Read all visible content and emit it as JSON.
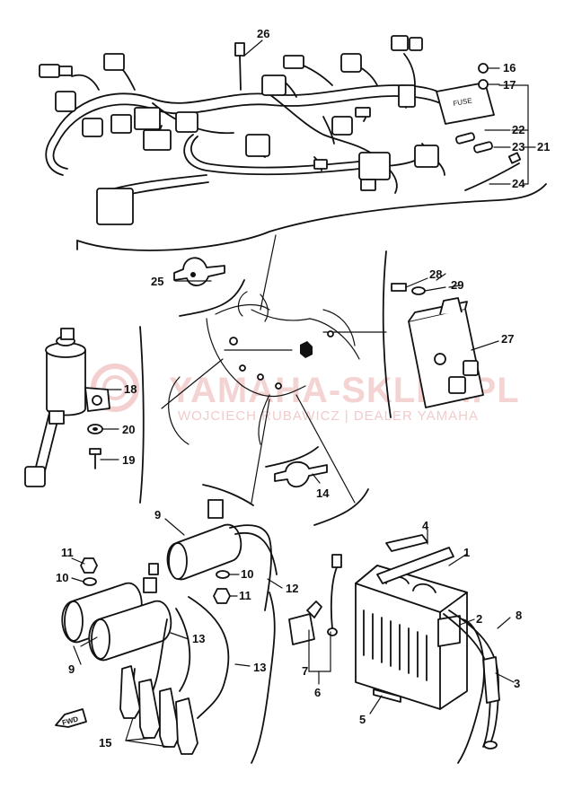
{
  "watermark": {
    "main": "YAMAHA-SKLEP.PL",
    "sub": "WOJCIECH RUBAWICZ | DEALER YAMAHA"
  },
  "callouts": {
    "n1": "1",
    "n2": "2",
    "n3": "3",
    "n4": "4",
    "n5": "5",
    "n6": "6",
    "n7": "7",
    "n8": "8",
    "n9a": "9",
    "n9b": "9",
    "n10a": "10",
    "n10b": "10",
    "n11a": "11",
    "n11b": "11",
    "n12": "12",
    "n13a": "13",
    "n13b": "13",
    "n14": "14",
    "n15": "15",
    "n16": "16",
    "n17": "17",
    "n18": "18",
    "n19": "19",
    "n20": "20",
    "n21": "21",
    "n22": "22",
    "n23": "23",
    "n24": "24",
    "n25": "25",
    "n26": "26",
    "n27": "27",
    "n28": "28",
    "n29": "29"
  },
  "fuse_box_label": "FUSE",
  "fwd_label": "FWD"
}
